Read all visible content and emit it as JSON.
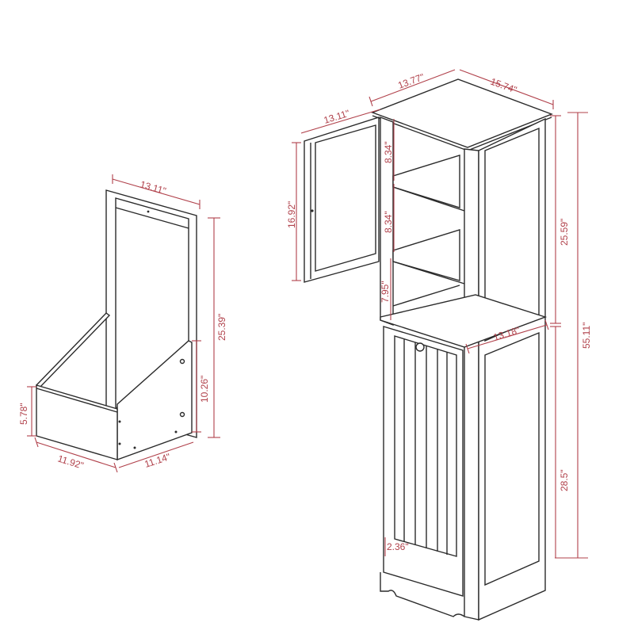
{
  "diagram": {
    "title": "Tall bathroom cabinet with tilt-out laundry hamper - dimensions",
    "colors": {
      "line": "#2a2a2a",
      "dimension": "#b0404a",
      "background": "#ffffff"
    },
    "hamper_insert": {
      "labels": {
        "back_panel_width": "13.11\"",
        "total_height": "25.39\"",
        "side_height": "10.26\"",
        "front_height": "5.78\"",
        "front_width": "11.92\"",
        "depth": "11.14\""
      }
    },
    "cabinet": {
      "labels": {
        "top_width": "13.77\"",
        "top_depth": "15.74\"",
        "door_width": "13.11\"",
        "door_height": "16.92\"",
        "shelf_gap_1": "8.34\"",
        "shelf_gap_2": "8.34\"",
        "shelf_gap_3": "7.95\"",
        "upper_height": "25.59\"",
        "total_height": "55.11\"",
        "inner_depth": "13.18\"",
        "lower_height": "28.5\"",
        "base_height": "2.36\""
      }
    }
  }
}
